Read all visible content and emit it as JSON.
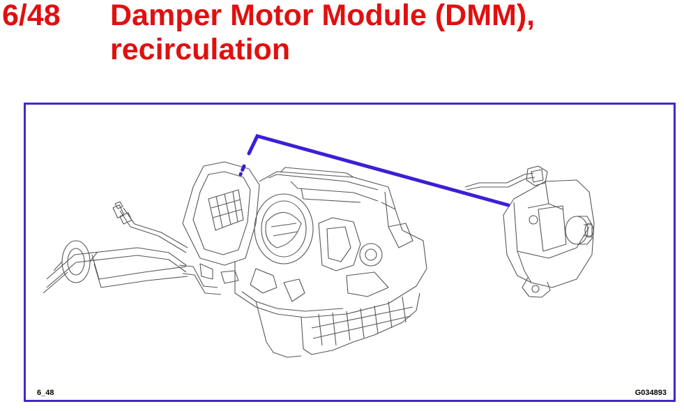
{
  "header": {
    "page_number": "6/48",
    "title": "Damper Motor Module (DMM), recirculation"
  },
  "figure": {
    "frame_color": "#4527c9",
    "leader_color": "#3b1fd6",
    "title_color": "#e01010",
    "figure_id": "6_48",
    "graphic_code": "G034893",
    "components": [
      "hvac-unit-illustration",
      "damper-motor-module-illustration",
      "leader-line"
    ]
  }
}
